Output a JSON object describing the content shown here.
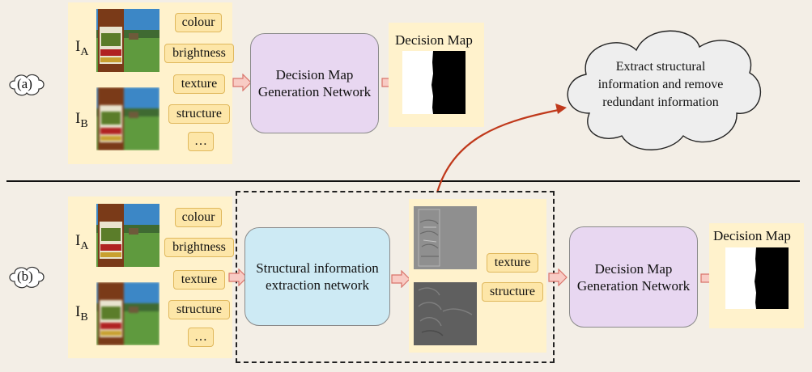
{
  "row_a": {
    "marker": "(a)",
    "input_a": "I",
    "input_a_sub": "A",
    "input_b": "I",
    "input_b_sub": "B",
    "features": [
      "colour",
      "brightness",
      "texture",
      "structure",
      "…"
    ],
    "network": "Decision Map Generation Network",
    "output_title": "Decision Map"
  },
  "cloud_text": "Extract structural information and remove redundant information",
  "row_b": {
    "marker": "(b)",
    "input_a": "I",
    "input_a_sub": "A",
    "input_b": "I",
    "input_b_sub": "B",
    "features": [
      "colour",
      "brightness",
      "texture",
      "structure",
      "…"
    ],
    "extraction_network": "Structural information extraction network",
    "extracted_features": [
      "texture",
      "structure"
    ],
    "network": "Decision Map Generation Network",
    "output_title": "Decision Map"
  },
  "colors": {
    "panel": "#fff2cc",
    "tag": "#fde6a8",
    "network_purple": "#e8d7f1",
    "network_blue": "#cdeaf4",
    "arrow_fill": "#f8cbc4",
    "arrow_stroke": "#d9736a",
    "curve": "#c0391b"
  }
}
